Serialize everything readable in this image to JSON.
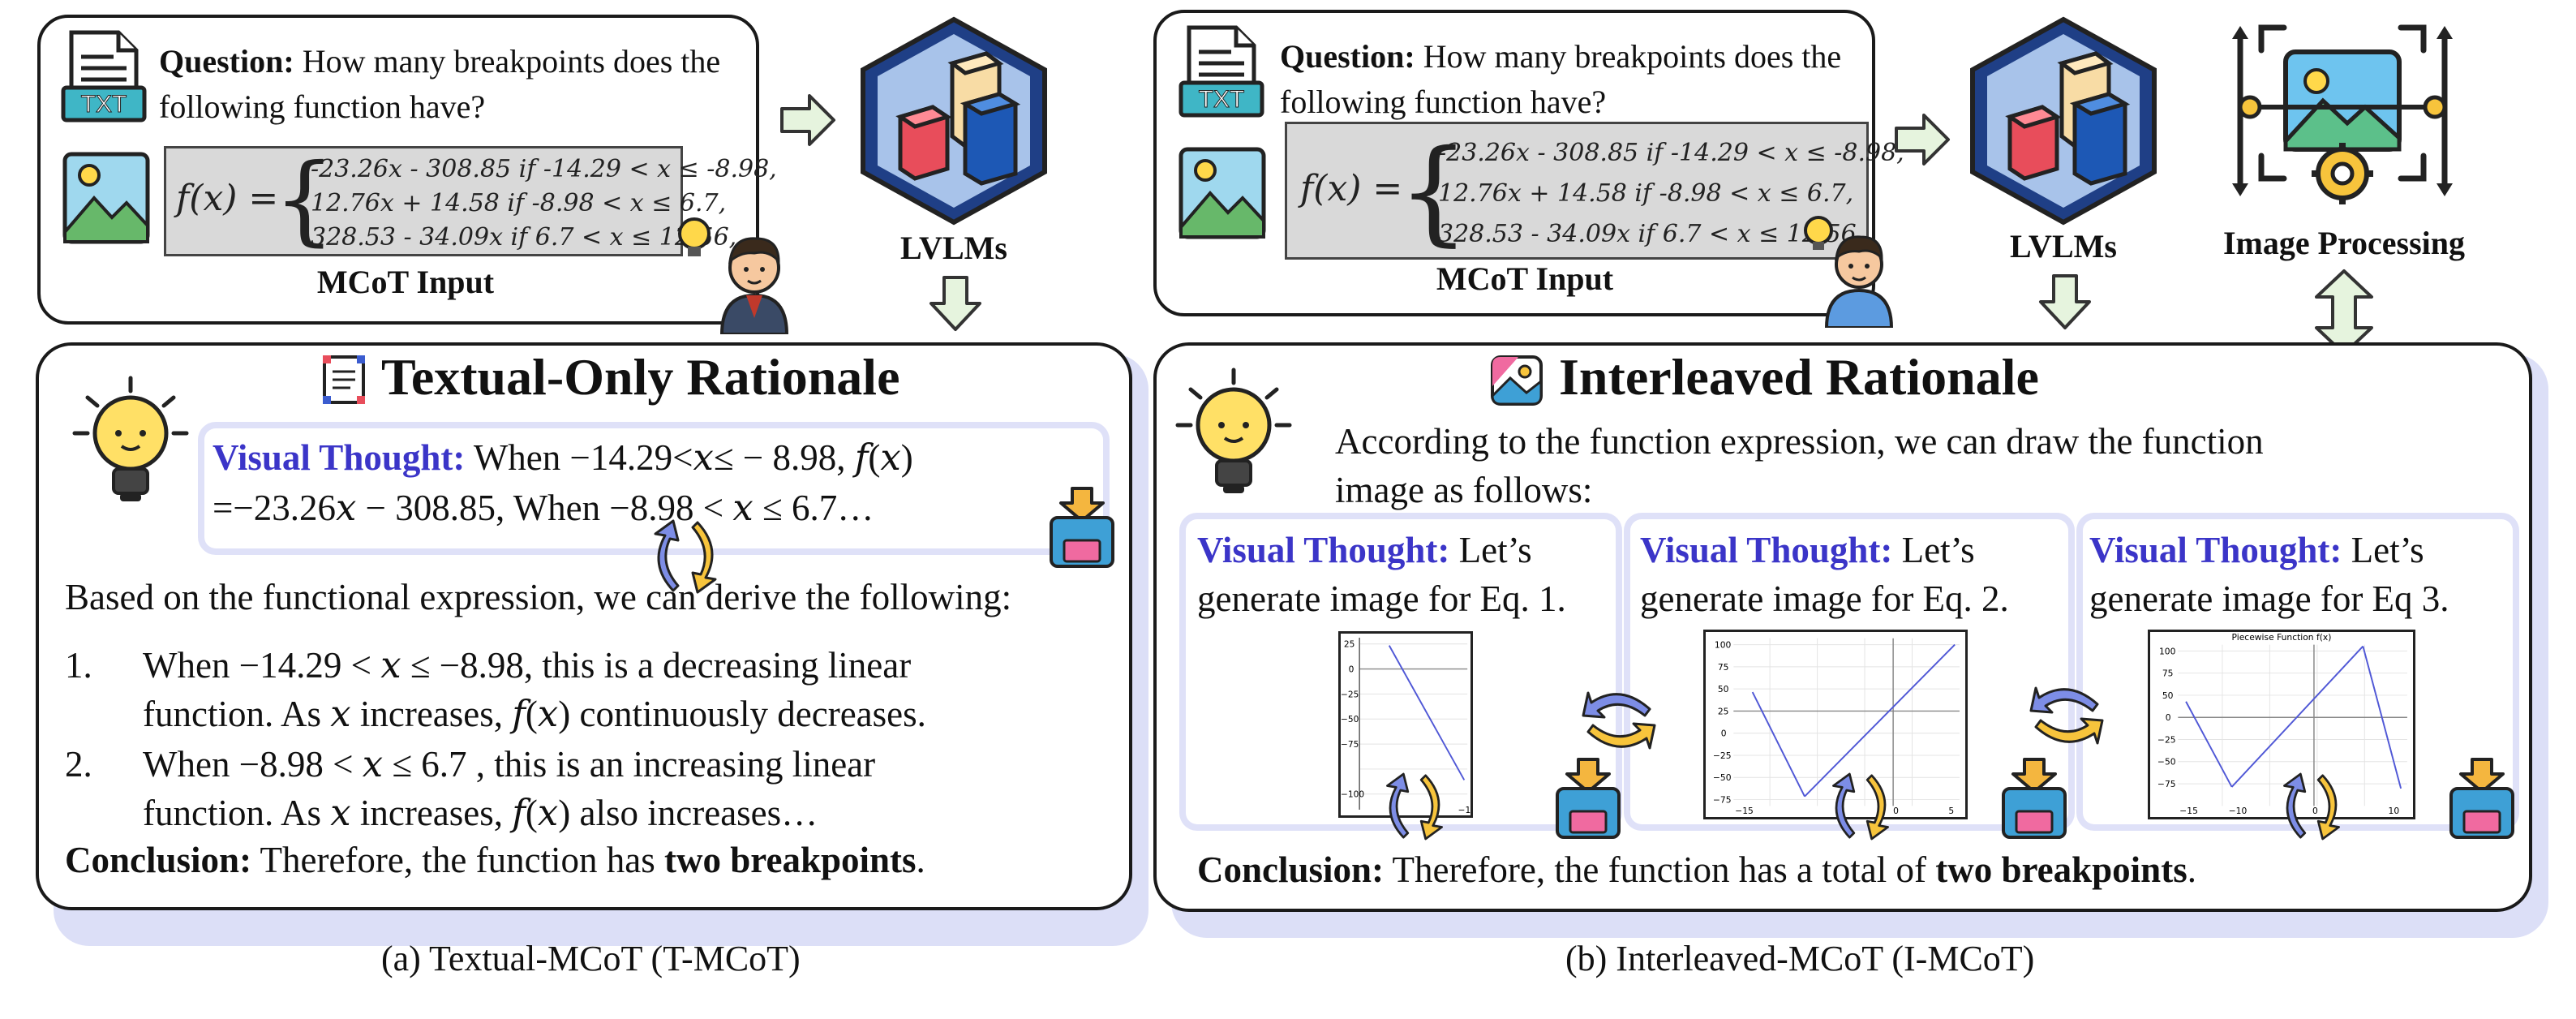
{
  "left": {
    "question_label": "Question:",
    "question_text": "How many breakpoints does the following function have?",
    "txt_icon": "TXT",
    "formula": {
      "fx": "f(x) =",
      "rows": [
        "-23.26x - 308.85     if -14.29 < x ≤ -8.98,",
        "12.76x + 14.58        if -8.98 < x ≤ 6.7,",
        "328.53 - 34.09x       if 6.7  < x ≤ 12.56,"
      ]
    },
    "input_label": "MCoT Input",
    "model_label": "LVLMs",
    "rationale_title": "Textual-Only Rationale",
    "visual_thought_label": "Visual Thought:",
    "visual_thought_text_1": "When −14.29<𝑥≤ − 8.98,  𝑓(𝑥)",
    "visual_thought_text_2": "=−23.26𝑥 − 308.85, When −8.98 < 𝑥 ≤ 6.7…",
    "derive_text": "Based on the functional expression, we can derive the following:",
    "items": [
      {
        "num": "1.",
        "line1": "When  −14.29  < 𝑥 ≤ −8.98,  this is a decreasing linear",
        "line2": "function. As 𝑥 increases, 𝑓(𝑥) continuously decreases."
      },
      {
        "num": "2.",
        "line1": "When  −8.98 < 𝑥 ≤ 6.7 ,  this is an increasing linear",
        "line2": "function. As 𝑥 increases, 𝑓(𝑥) also increases…"
      }
    ],
    "conclusion_label": "Conclusion:",
    "conclusion_text": "Therefore, the function has",
    "conclusion_bold": "two breakpoints",
    "conclusion_end": ".",
    "caption": "(a) Textual-MCoT (T-MCoT)"
  },
  "right": {
    "question_label": "Question:",
    "question_text": "How many breakpoints does the following function have?",
    "txt_icon": "TXT",
    "formula": {
      "fx": "f(x) =",
      "rows": [
        "-23.26x - 308.85     if -14.29 < x ≤ -8.98,",
        "12.76x + 14.58        if -8.98 < x ≤ 6.7,",
        "328.53 - 34.09x       if 6.7  < x ≤ 12.56,"
      ]
    },
    "input_label": "MCoT Input",
    "model_label": "LVLMs",
    "tool_label": "Image Processing",
    "rationale_title": "Interleaved Rationale",
    "intro_line1": "According  to  the  function  expression,  we  can  draw  the  function",
    "intro_line2": "image as follows:",
    "thoughts": [
      {
        "label": "Visual Thought:",
        "line1_rest": "Let’s",
        "line2": "generate image for Eq. 1."
      },
      {
        "label": "Visual Thought:",
        "line1_rest": "Let’s",
        "line2": "generate image for Eq. 2."
      },
      {
        "label": "Visual Thought:",
        "line1_rest": "Let’s",
        "line2": "generate image for Eq 3."
      }
    ],
    "plot3_title": "Piecewise Function f(x)",
    "conclusion_label": "Conclusion:",
    "conclusion_text": "Therefore, the function has a total of",
    "conclusion_bold": "two breakpoints",
    "conclusion_end": ".",
    "caption": "(b) Interleaved-MCoT (I-MCoT)"
  },
  "icons": [
    "txt-file-icon",
    "image-icon",
    "person-idea-icon",
    "cube-stack-icon",
    "arrow-right-icon",
    "arrow-down-icon",
    "double-arrow-icon",
    "lightbulb-icon",
    "notepad-icon",
    "picture-icon",
    "save-disk-icon",
    "cycle-arrows-icon",
    "image-processing-icon"
  ],
  "colors": {
    "visual_thought": "#3b35c8",
    "panel_shadow": "#dcdff7",
    "arrow_fill": "#e6f4de",
    "arrow_stroke": "#333333"
  }
}
